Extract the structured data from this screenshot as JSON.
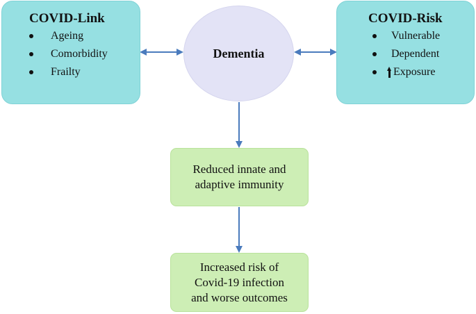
{
  "colors": {
    "teal_box": "#96e0e2",
    "green_box": "#cdeeb5",
    "ellipse": "#e3e3f6",
    "arrow": "#4a7bbd"
  },
  "covid_link": {
    "title": "COVID-Link",
    "items": [
      "Ageing",
      "Comorbidity",
      "Frailty"
    ]
  },
  "center": {
    "label": "Dementia"
  },
  "covid_risk": {
    "title": "COVID-Risk",
    "items": [
      "Vulnerable",
      "Dependent",
      "Exposure"
    ],
    "exposure_icon": "up-arrow-icon"
  },
  "immunity": {
    "lines": [
      "Reduced innate and",
      "adaptive immunity"
    ]
  },
  "outcome": {
    "lines": [
      "Increased risk of",
      "Covid-19 infection",
      "and worse outcomes"
    ]
  }
}
